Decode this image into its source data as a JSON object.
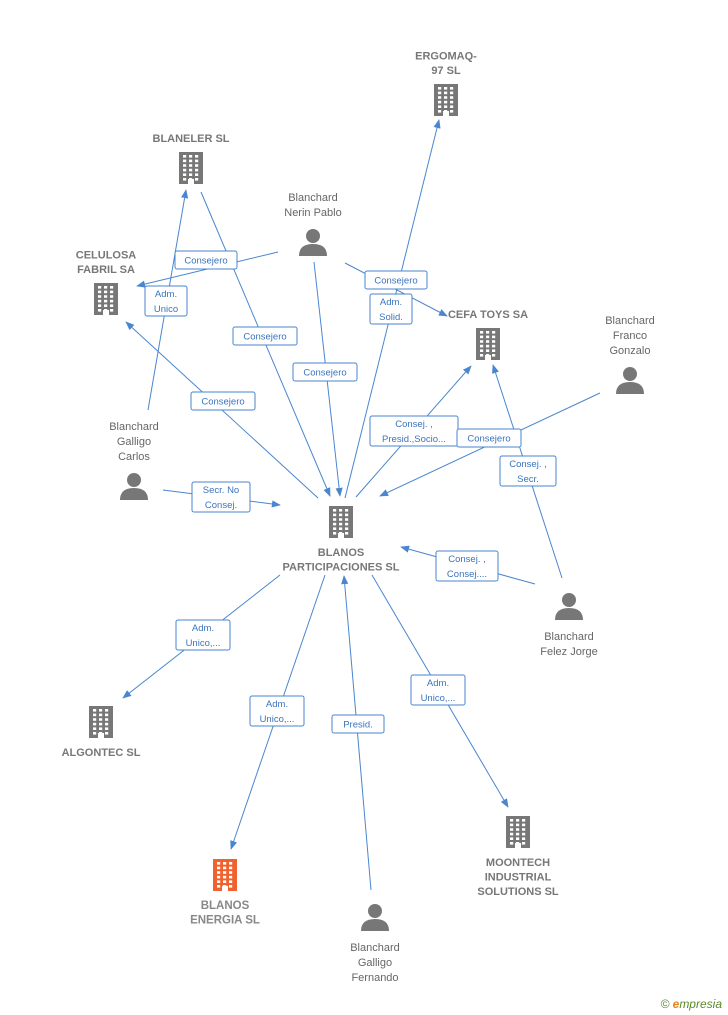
{
  "colors": {
    "edge": "#4a86cf",
    "company_icon": "#777777",
    "highlight_icon": "#f0612e",
    "person_icon": "#777777"
  },
  "nodes": [
    {
      "id": "blanos-participaciones",
      "type": "company",
      "lines": [
        "BLANOS",
        "PARTICIPACIONES SL"
      ],
      "icon": "building-icon"
    },
    {
      "id": "ergomaq",
      "type": "company",
      "lines": [
        "ERGOMAQ-",
        "97  SL"
      ],
      "icon": "building-icon"
    },
    {
      "id": "blaneler",
      "type": "company",
      "lines": [
        "BLANELER SL"
      ],
      "icon": "building-icon"
    },
    {
      "id": "celulosa",
      "type": "company",
      "lines": [
        "CELULOSA",
        "FABRIL SA"
      ],
      "icon": "building-icon"
    },
    {
      "id": "cefa-toys",
      "type": "company",
      "lines": [
        "CEFA TOYS SA"
      ],
      "icon": "building-icon"
    },
    {
      "id": "algontec",
      "type": "company",
      "lines": [
        "ALGONTEC SL"
      ],
      "icon": "building-icon"
    },
    {
      "id": "blanos-energia",
      "type": "highlight",
      "lines": [
        "BLANOS",
        "ENERGIA  SL"
      ],
      "icon": "building-icon"
    },
    {
      "id": "moontech",
      "type": "company",
      "lines": [
        "MOONTECH",
        "INDUSTRIAL",
        "SOLUTIONS  SL"
      ],
      "icon": "building-icon"
    },
    {
      "id": "nerin-pablo",
      "type": "person",
      "lines": [
        "Blanchard",
        "Nerin Pablo"
      ],
      "icon": "person-icon"
    },
    {
      "id": "franco-gonzalo",
      "type": "person",
      "lines": [
        "Blanchard",
        "Franco",
        "Gonzalo"
      ],
      "icon": "person-icon"
    },
    {
      "id": "galligo-carlos",
      "type": "person",
      "lines": [
        "Blanchard",
        "Galligo",
        "Carlos"
      ],
      "icon": "person-icon"
    },
    {
      "id": "felez-jorge",
      "type": "person",
      "lines": [
        "Blanchard",
        "Felez Jorge"
      ],
      "icon": "person-icon"
    },
    {
      "id": "galligo-fernando",
      "type": "person",
      "lines": [
        "Blanchard",
        "Galligo",
        "Fernando"
      ],
      "icon": "person-icon"
    }
  ],
  "edges": [
    {
      "from": "nerin-pablo",
      "to": "celulosa",
      "lines": [
        "Consejero"
      ]
    },
    {
      "from": "nerin-pablo",
      "to": "cefa-toys",
      "lines": [
        "Consejero"
      ]
    },
    {
      "from": "nerin-pablo",
      "to": "blanos-participaciones",
      "lines": [
        "Consejero"
      ]
    },
    {
      "from": "galligo-carlos",
      "to": "blaneler",
      "lines": [
        "Adm.",
        "Unico"
      ]
    },
    {
      "from": "galligo-carlos",
      "to": "blanos-participaciones",
      "lines": [
        "Secr.  No",
        "Consej."
      ]
    },
    {
      "from": "blanos-participaciones",
      "to": "celulosa",
      "lines": [
        "Consejero"
      ]
    },
    {
      "from": "blaneler",
      "to": "blanos-participaciones",
      "lines": [
        "Consejero"
      ]
    },
    {
      "from": "blanos-participaciones",
      "to": "ergomaq",
      "lines": [
        "Adm.",
        "Solid."
      ]
    },
    {
      "from": "blanos-participaciones",
      "to": "cefa-toys",
      "lines": [
        "Consej. ,",
        "Presid.,Socio..."
      ]
    },
    {
      "from": "franco-gonzalo",
      "to": "blanos-participaciones",
      "lines": [
        "Consejero"
      ]
    },
    {
      "from": "felez-jorge",
      "to": "cefa-toys",
      "lines": [
        "Consej. ,",
        "Secr."
      ]
    },
    {
      "from": "felez-jorge",
      "to": "blanos-participaciones",
      "lines": [
        "Consej. ,",
        "Consej...."
      ]
    },
    {
      "from": "blanos-participaciones",
      "to": "algontec",
      "lines": [
        "Adm.",
        "Unico,..."
      ]
    },
    {
      "from": "blanos-participaciones",
      "to": "blanos-energia",
      "lines": [
        "Adm.",
        "Unico,..."
      ]
    },
    {
      "from": "galligo-fernando",
      "to": "blanos-participaciones",
      "lines": [
        "Presid."
      ]
    },
    {
      "from": "blanos-participaciones",
      "to": "moontech",
      "lines": [
        "Adm.",
        "Unico,..."
      ]
    }
  ],
  "brand": {
    "copyright": "©",
    "name_initial": "e",
    "name_rest": "mpresia"
  }
}
